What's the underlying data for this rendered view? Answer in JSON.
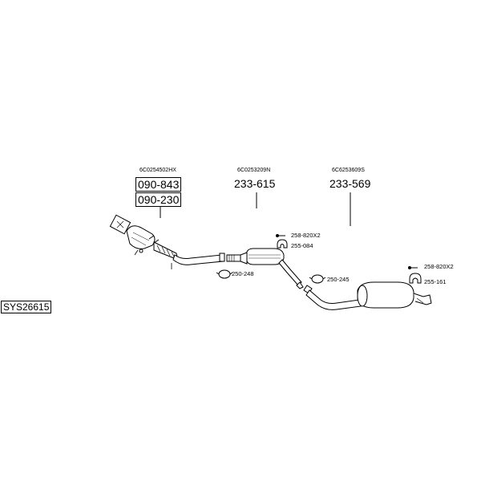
{
  "system_code": "SYS26615",
  "groups": [
    {
      "oem": "6C0254502HX",
      "parts": [
        "090-843",
        "090-230"
      ]
    },
    {
      "oem": "6C0253209N",
      "parts": [
        "233-615"
      ]
    },
    {
      "oem": "6C6253609S",
      "parts": [
        "233-569"
      ]
    }
  ],
  "callouts": {
    "bolt_1": "258-820X2",
    "hanger_1": "255-084",
    "clamp_1": "250-248",
    "clamp_2": "250-245",
    "bolt_2": "258-820X2",
    "hanger_2": "255-161"
  }
}
